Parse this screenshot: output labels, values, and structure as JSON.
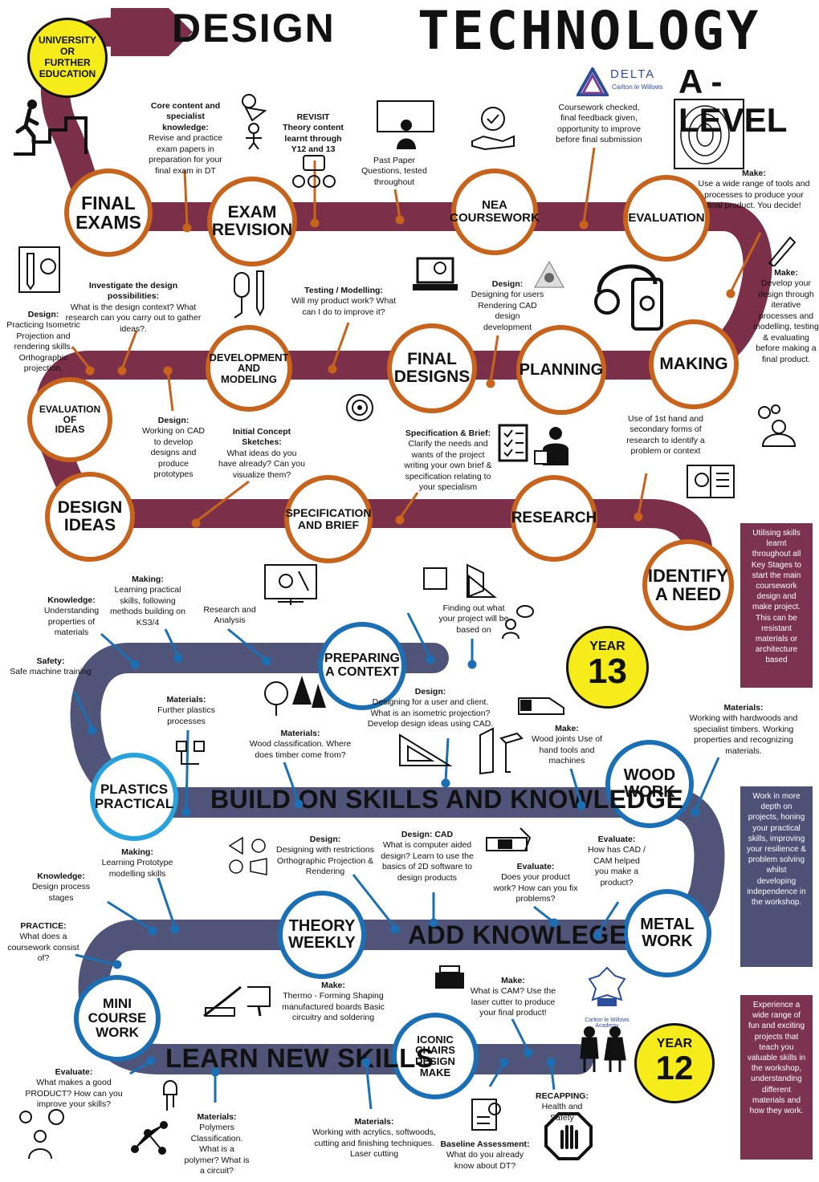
{
  "title": {
    "design": "DESIGN",
    "technology": "TECHNOLOGY",
    "level": "A - LEVEL"
  },
  "logo": {
    "name": "DELTA",
    "sub": "Carlton le Willows"
  },
  "academy_logo": "Carlton le Willows Academy",
  "goal_circle": "UNIVERSITY OR FURTHER EDUCATION",
  "colors": {
    "maroon": "#7b2f49",
    "navy": "#4f5478",
    "orange": "#c8631c",
    "blue": "#1b6fb5",
    "light_blue": "#27a2dd",
    "yellow": "#f5ec19",
    "side_box_maroon": "#7b334f",
    "side_box_navy": "#4c5175"
  },
  "year13": {
    "label": "YEAR",
    "num": "13"
  },
  "year12": {
    "label": "YEAR",
    "num": "12"
  },
  "stages": {
    "final_exams": "FINAL\nEXAMS",
    "exam_revision": "EXAM\nREVISION",
    "nea": "NEA\nCOURSEWORK",
    "evaluation": "EVALUATION",
    "making": "MAKING",
    "planning": "PLANNING",
    "final_designs": "FINAL\nDESIGNS",
    "dev_modeling": "DEVELOPMENT\nAND\nMODELING",
    "evaluation_ideas": "EVALUATION OF\nIDEAS",
    "design_ideas": "DESIGN\nIDEAS",
    "spec_brief": "SPECIFICATION\nAND BRIEF",
    "research": "RESEARCH",
    "identify": "IDENTIFY\nA NEED",
    "preparing": "PREPARING\nA CONTEXT",
    "plastics": "PLASTICS\nPRACTICAL",
    "wood_work": "WOOD\nWORK",
    "theory": "THEORY\nWEEKLY",
    "metal_work": "METAL\nWORK",
    "mini": "MINI\nCOURSE\nWORK",
    "iconic": "ICONIC\nCHAIRS\nDESIGN\nMAKE"
  },
  "bands": {
    "build": "BUILD ON SKILLS AND KNOWLEDGE",
    "add": "ADD KNOWLEGE",
    "learn": "LEARN NEW SKILLS"
  },
  "side_boxes": [
    "Utilising skills learnt throughout all Key Stages to start the main coursework design and make project. This can be resistant materials or architecture based",
    "Work in more depth on projects, honing your practical skills, improving your resilience & problem solving whilst developing independence in the workshop.",
    "Experience a wide range of fun and exciting projects that teach you valuable skills in the workshop, understanding different materials and how they work."
  ],
  "notes": {
    "core_h": "Core content and specialist knowledge:",
    "core_t": "Revise and practice exam papers in preparation for your final exam in DT",
    "revisit_h": "REVISIT",
    "revisit_t": "Theory content learnt through Y12 and 13",
    "past_t": "Past Paper Questions, tested throughout",
    "cw_t": "Coursework checked, final feedback given, opportunity to improve before final submission",
    "make1_h": "Make:",
    "make1_t": "Use a wide range of tools and processes to produce your final product. You decide!",
    "make2_h": "Make:",
    "make2_t": "Develop your design through iterative processes and modelling, testing & evaluating before making a final product.",
    "design_users_h": "Design:",
    "design_users_t": "Designing for users Rendering CAD design development",
    "testing_h": "Testing / Modelling:",
    "testing_t": "Will my product work? What can I do to improve it?",
    "investigate_h": "Investigate the design possibilities:",
    "investigate_t": "What is the design context? What research can you carry out to gather ideas?.",
    "design_iso_h": "Design:",
    "design_iso_t": "Practicing Isometric Projection and rendering skills. Orthographic projection.",
    "design_cad_h": "Design:",
    "design_cad_t": "Working on CAD to develop designs and produce prototypes",
    "initial_h": "Initial Concept Sketches:",
    "initial_t": "What ideas do you have already? Can you visualize them?",
    "specbrief_h": "Specification & Brief:",
    "specbrief_t": "Clarify the needs and wants of the project writing your own brief & specification relating to your specialism",
    "use1st_t": "Use of 1st hand and secondary forms of research to identify a problem or context",
    "knowledge1_h": "Knowledge:",
    "knowledge1_t": "Understanding properties of materials",
    "making1_h": "Making:",
    "making1_t": "Learning practical skills, following methods building on KS3/4",
    "research_t": "Research and Analysis",
    "finding_t": "Finding out what your project will be based on",
    "safety_h": "Safety:",
    "safety_t": "Safe machine training",
    "materials1_h": "Materials:",
    "materials1_t": "Further plastics processes",
    "materials2_h": "Materials:",
    "materials2_t": "Wood classification. Where does timber come from?",
    "design2_h": "Design:",
    "design2_t": "Designing for a user and client. What is an isometric projection? Develop design ideas using CAD.",
    "make3_h": "Make:",
    "make3_t": "Wood joints Use of hand tools and machines",
    "materials3_h": "Materials:",
    "materials3_t": "Working with hardwoods and specialist timbers. Working properties and recognizing materials.",
    "making2_h": "Making:",
    "making2_t": "Learning Prototype modelling skills",
    "knowledge2_h": "Knowledge:",
    "knowledge2_t": "Design process stages",
    "practice_h": "PRACTICE:",
    "practice_t": "What does a coursework consist of?",
    "design3_h": "Design:",
    "design3_t": "Designing with restrictions Orthographic Projection & Rendering",
    "designcad_h": "Design: CAD",
    "designcad_t": "What is computer aided design? Learn to use the basics of 2D software to design products",
    "evaluate1_h": "Evaluate:",
    "evaluate1_t": "Does your product work? How can you fix problems?",
    "evaluate2_h": "Evaluate:",
    "evaluate2_t": "How has CAD / CAM helped you make a product?",
    "make4_h": "Make:",
    "make4_t": "Thermo - Forming Shaping manufactured boards Basic circuitry and soldering",
    "make5_h": "Make:",
    "make5_t": "What is CAM? Use the laser cutter to produce your final product!",
    "evaluate3_h": "Evaluate:",
    "evaluate3_t": "What makes a good PRODUCT? How can you improve your skills?",
    "materials4_h": "Materials:",
    "materials4_t": "Polymers Classification. What is a polymer? What is a circuit?",
    "materials5_h": "Materials:",
    "materials5_t": "Working with acrylics, softwoods, cutting and finishing techniques. Laser cutting",
    "recap_h": "RECAPPING:",
    "recap_t": "Health and Safety",
    "baseline_h": "Baseline Assessment:",
    "baseline_t": "What do you already know about DT?"
  },
  "icons": [
    "stairs-climber-icon",
    "celebration-icon",
    "feedback-faces-icon",
    "presenter-board-icon",
    "quality-hand-icon",
    "wood-grain-icon",
    "chisel-icon",
    "design-tools-icon",
    "mouse-pencil-icon",
    "laptop-search-icon",
    "idea-phone-icon",
    "target-gear-icon",
    "checklist-icon",
    "business-person-icon",
    "cad-monitor-icon",
    "geometry-tools-icon",
    "trees-icon",
    "saw-icon",
    "wood-joint-icon",
    "process-diagram-icon",
    "book-search-icon",
    "gears-thinking-icon",
    "lathe-icon",
    "mechanical-parts-icon",
    "soldering-icon",
    "coping-saw-icon",
    "laser-cutter-icon",
    "students-icon",
    "led-icon",
    "molecule-icon",
    "certificate-icon",
    "stop-hand-icon",
    "academy-crest-icon"
  ]
}
